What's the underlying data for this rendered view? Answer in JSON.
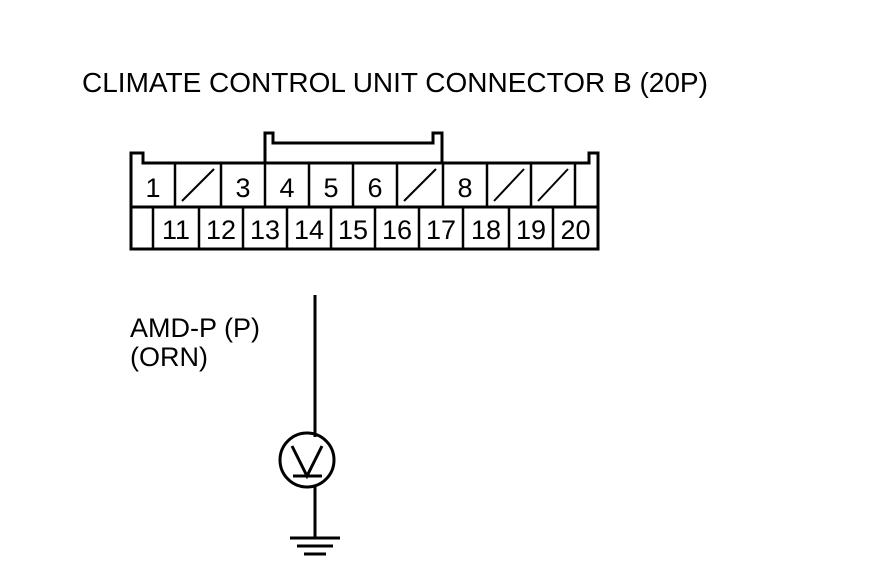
{
  "title": "CLIMATE CONTROL UNIT CONNECTOR B (20P)",
  "connector": {
    "top_row": [
      {
        "label": "1",
        "unused": false
      },
      {
        "label": "",
        "unused": true
      },
      {
        "label": "3",
        "unused": false
      },
      {
        "label": "4",
        "unused": false
      },
      {
        "label": "5",
        "unused": false
      },
      {
        "label": "6",
        "unused": false
      },
      {
        "label": "",
        "unused": true
      },
      {
        "label": "8",
        "unused": false
      },
      {
        "label": "",
        "unused": true
      },
      {
        "label": "",
        "unused": true
      },
      {
        "label": "",
        "unused": false
      }
    ],
    "bottom_row": [
      {
        "label": "",
        "unused": false
      },
      {
        "label": "11",
        "unused": false
      },
      {
        "label": "12",
        "unused": false
      },
      {
        "label": "13",
        "unused": false
      },
      {
        "label": "14",
        "unused": false
      },
      {
        "label": "15",
        "unused": false
      },
      {
        "label": "16",
        "unused": false
      },
      {
        "label": "17",
        "unused": false
      },
      {
        "label": "18",
        "unused": false
      },
      {
        "label": "19",
        "unused": false
      },
      {
        "label": "20",
        "unused": false
      }
    ]
  },
  "wire": {
    "signal_label": "AMD-P (P)",
    "color_label": "(ORN)"
  },
  "meter": {
    "symbol": "V"
  },
  "colors": {
    "line": "#000000",
    "background": "#ffffff"
  }
}
